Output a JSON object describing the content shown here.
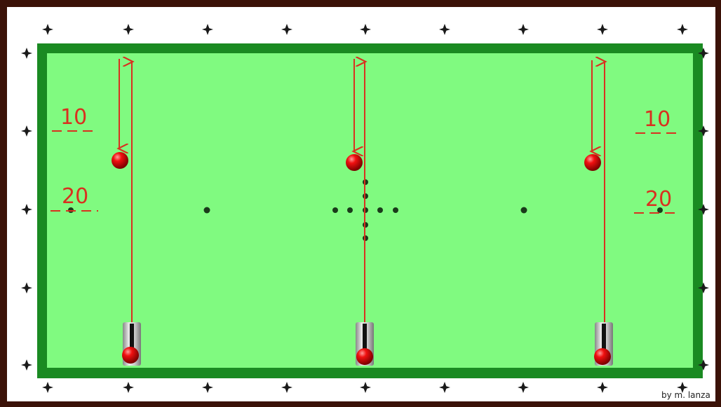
{
  "labels": {
    "left_top": "10",
    "left_bottom": "20",
    "right_top": "10",
    "right_bottom": "20"
  },
  "credit": "by m. lanza",
  "colors": {
    "frame": "#3b1208",
    "rail": "#ffffff",
    "cushion": "#1a8a22",
    "cloth": "#80fa80",
    "line": "#d9301f",
    "ball": "#e60000",
    "spot": "#1a3a1a"
  }
}
